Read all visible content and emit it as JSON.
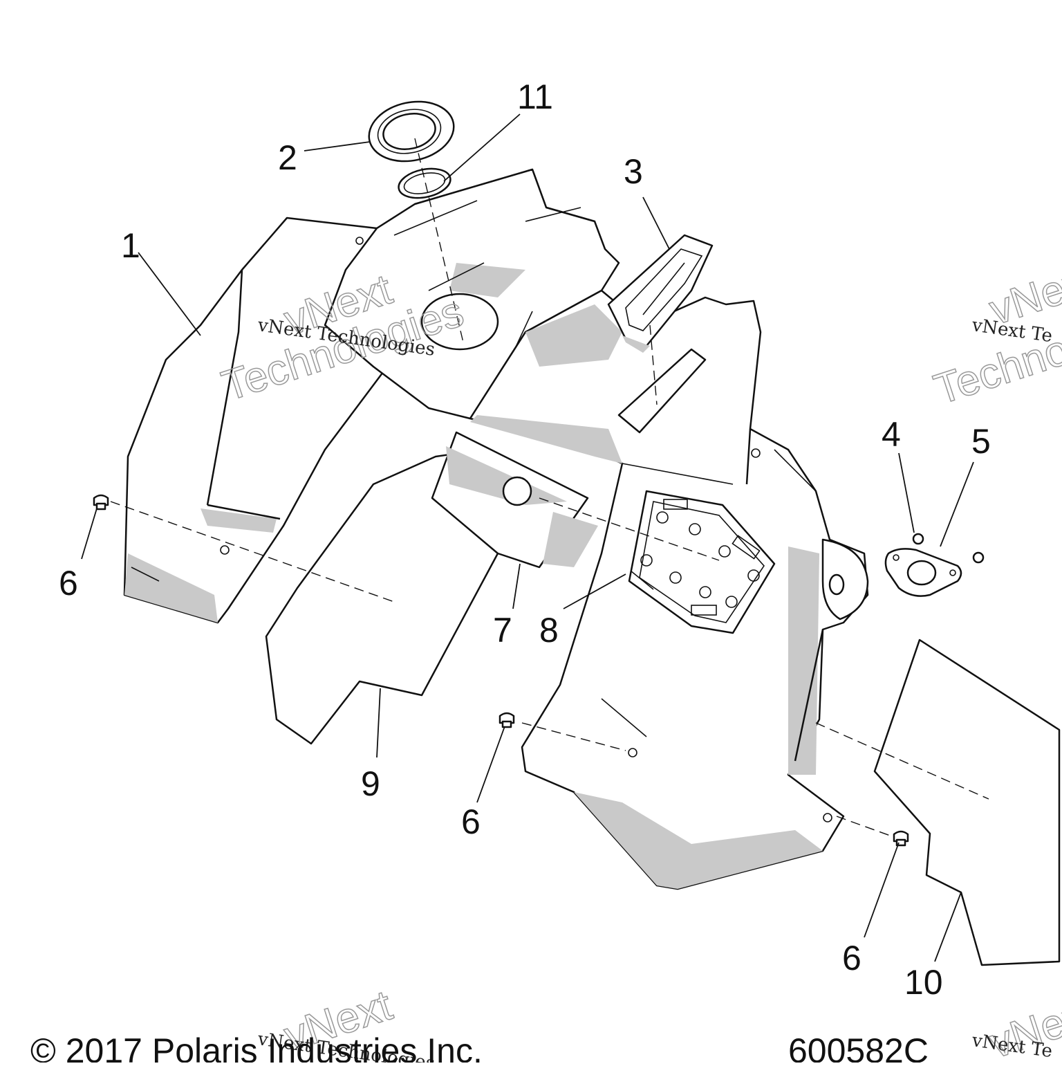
{
  "diagram": {
    "callouts": [
      {
        "id": "c1",
        "label": "1"
      },
      {
        "id": "c2",
        "label": "2"
      },
      {
        "id": "c3",
        "label": "3"
      },
      {
        "id": "c4",
        "label": "4"
      },
      {
        "id": "c5",
        "label": "5"
      },
      {
        "id": "c6a",
        "label": "6"
      },
      {
        "id": "c6b",
        "label": "6"
      },
      {
        "id": "c6c",
        "label": "6"
      },
      {
        "id": "c7",
        "label": "7"
      },
      {
        "id": "c8",
        "label": "8"
      },
      {
        "id": "c9",
        "label": "9"
      },
      {
        "id": "c10",
        "label": "10"
      },
      {
        "id": "c11",
        "label": "11"
      }
    ],
    "watermark": {
      "brand_line": "vNext Technologies",
      "outline_word_1": "vNext",
      "outline_word_2": "Technologies",
      "edge_fragment": "vNext Te"
    },
    "footer": {
      "copyright": "© 2017 Polaris Industries Inc.",
      "figure_number": "600582C"
    }
  }
}
